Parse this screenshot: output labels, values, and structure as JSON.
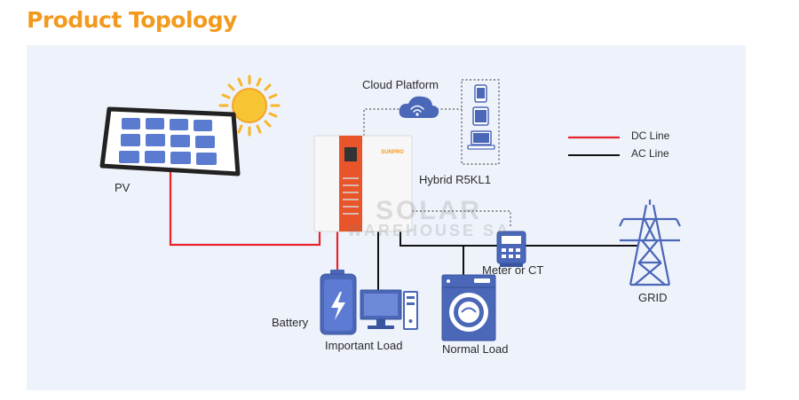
{
  "title": "Product Topology",
  "labels": {
    "pv": "PV",
    "cloud": "Cloud Platform",
    "inverter": "Hybrid R5KL1",
    "battery": "Battery",
    "important_load": "Important Load",
    "normal_load": "Normal Load",
    "meter": "Meter or CT",
    "grid": "GRID"
  },
  "legend": [
    {
      "label": "DC Line",
      "color": "#e8232d"
    },
    {
      "label": "AC Line",
      "color": "#111111"
    }
  ],
  "watermark": {
    "line1": "SOLAR",
    "line2": "WAREHOUSE SA"
  },
  "brand_logo": "SUNPRO",
  "colors": {
    "title": "#f39a1e",
    "panel_bg": "#eef2fb",
    "device_blue": "#4a67b8",
    "sun": "#f7b52a",
    "inverter_accent": "#e8552b"
  }
}
